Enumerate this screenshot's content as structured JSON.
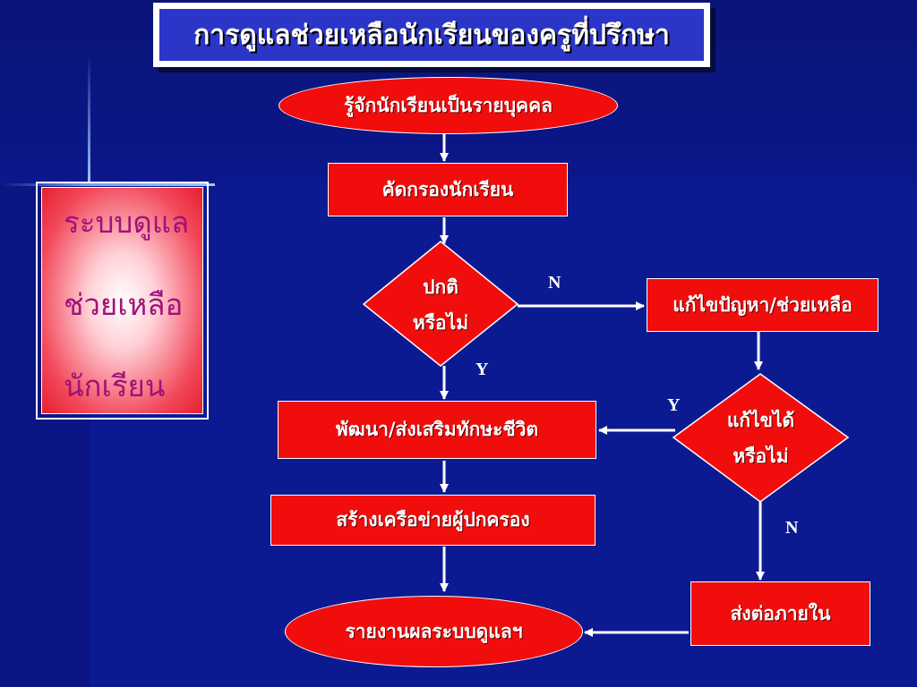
{
  "title": "การดูแลช่วยเหลือนักเรียนของครูที่ปรึกษา",
  "side_panel": {
    "lines": [
      "ระบบดูแล",
      "ช่วยเหลือ",
      "นักเรียน"
    ]
  },
  "nodes": {
    "know_students": "รู้จักนักเรียนเป็นรายบุคคล",
    "screen_students": "คัดกรองนักเรียน",
    "normal_q_line1": "ปกติ",
    "normal_q_line2": "หรือไม่",
    "solve_help": "แก้ไขปัญหา/ช่วยเหลือ",
    "develop": "พัฒนา/ส่งเสริมทักษะชีวิต",
    "solved_q_line1": "แก้ไขได้",
    "solved_q_line2": "หรือไม่",
    "parent_network": "สร้างเครือข่ายผู้ปกครอง",
    "refer_internal": "ส่งต่อภายใน",
    "report": "รายงานผลระบบดูแลฯ"
  },
  "edge_labels": {
    "normal_no": "N",
    "normal_yes": "Y",
    "solved_yes": "Y",
    "solved_no": "N"
  },
  "colors": {
    "background": "#0c1a92",
    "node_fill": "#f20d0d",
    "title_fill": "#2b35c8",
    "side_text": "#a0127a"
  }
}
